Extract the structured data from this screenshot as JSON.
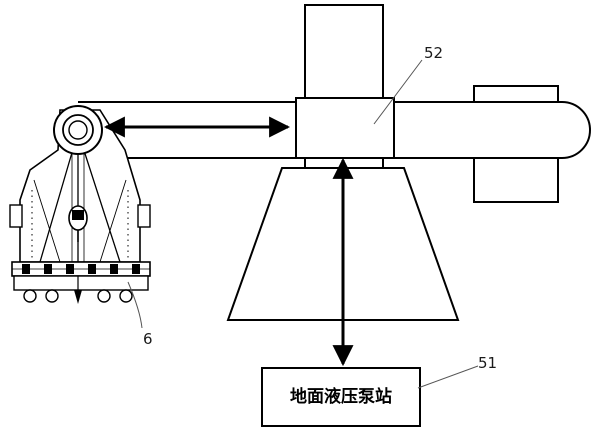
{
  "labels": {
    "guide_slider": "52",
    "pump_station_ref": "51",
    "cutting_head_ref": "6"
  },
  "pump_station": {
    "label": "地面液压泵站"
  },
  "colors": {
    "line": "#000000",
    "fill": "#ffffff",
    "leader": "#555555"
  }
}
